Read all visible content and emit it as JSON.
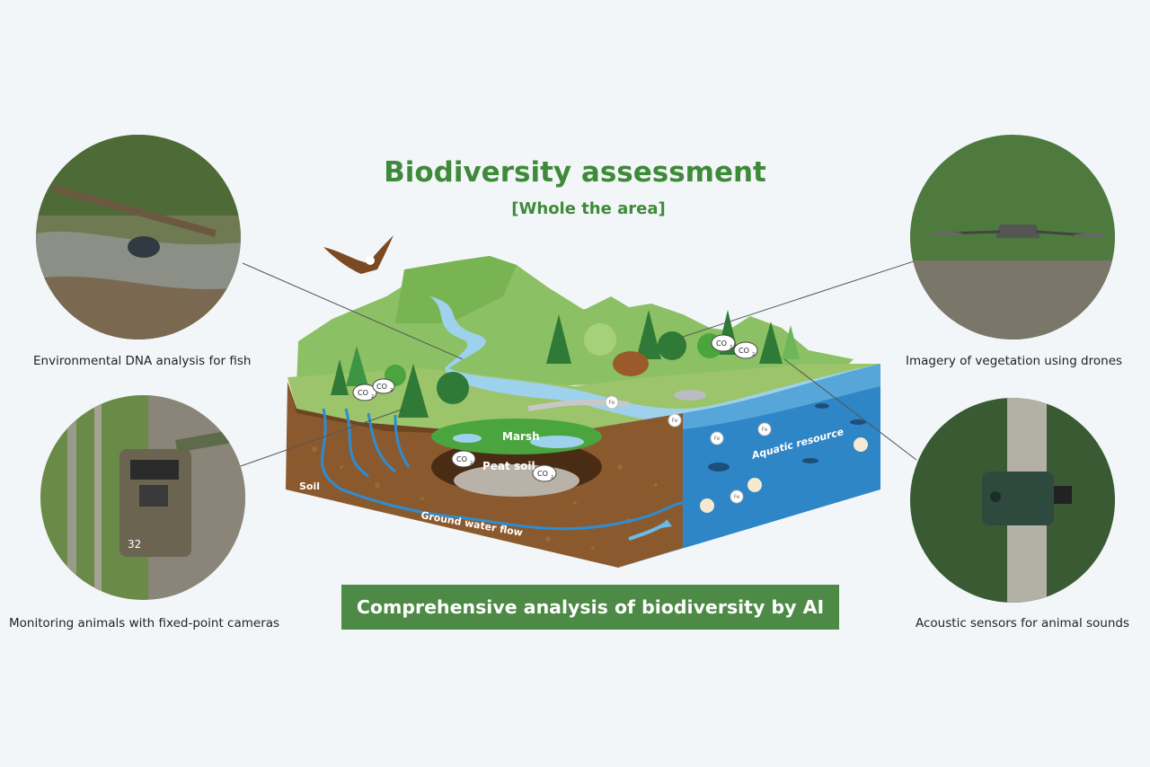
{
  "title": "Biodiversity assessment",
  "subtitle": "[Whole the area]",
  "banner": "Comprehensive analysis of biodiversity by AI",
  "captions": {
    "edna": "Environmental DNA analysis for fish",
    "camera": "Monitoring animals  with fixed-point cameras",
    "drone": "Imagery of vegetation using drones",
    "acoustic": "Acoustic sensors for animal sounds"
  },
  "diagram_labels": {
    "soil": "Soil",
    "marsh": "Marsh",
    "peat_soil": "Peat soil",
    "ground_water": "Ground water flow",
    "aquatic": "Aquatic resource",
    "co2": "CO",
    "co2_sub": "2",
    "fe": "Fe",
    "camera_number": "32"
  },
  "colors": {
    "title_green": "#3f8a3a",
    "banner_green": "#4d8a45",
    "background": "#f3f6f8",
    "water": "#2f86c6",
    "soil": "#8a5a2e"
  }
}
